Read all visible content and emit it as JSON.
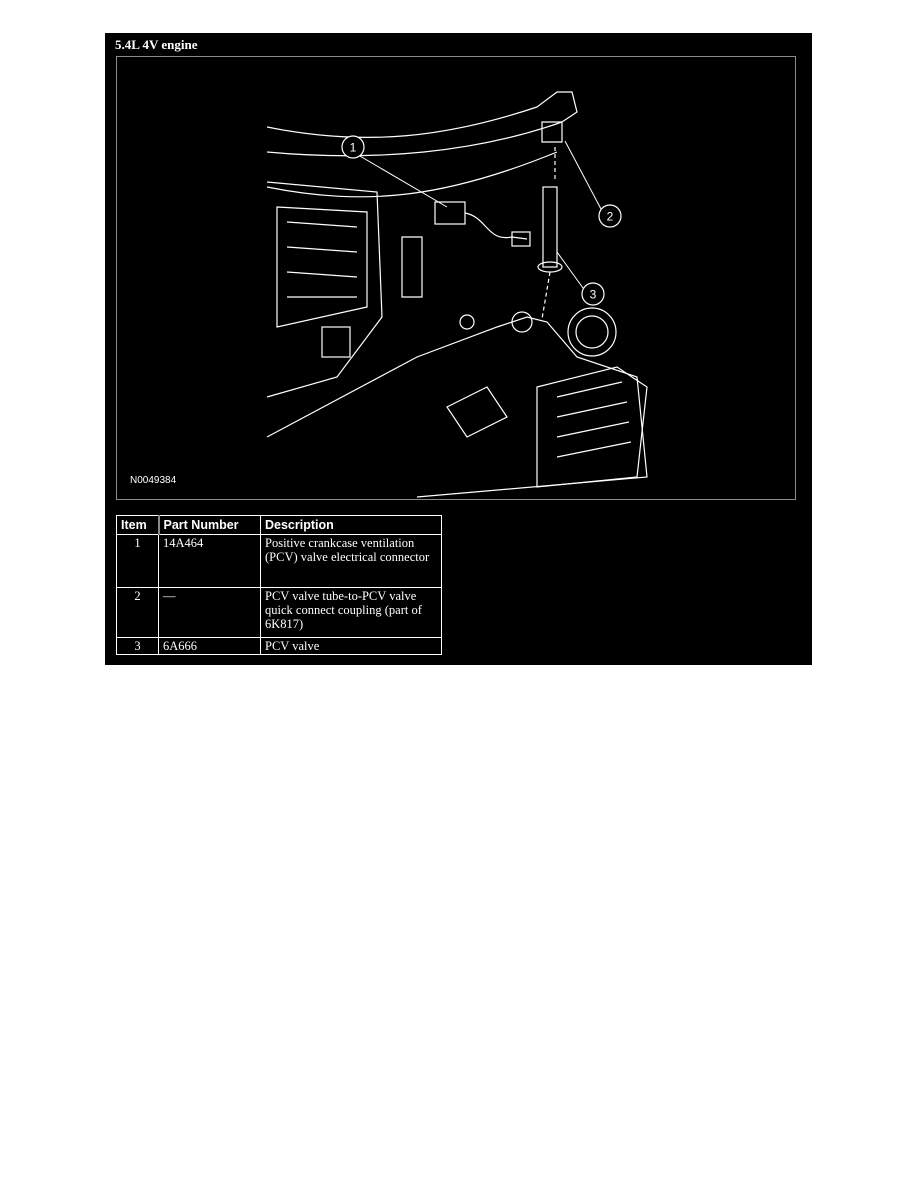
{
  "title": "5.4L 4V engine",
  "figure": {
    "id": "N0049384",
    "callouts": [
      "1",
      "2",
      "3"
    ]
  },
  "table": {
    "headers": [
      "Item",
      "Part Number",
      "Description"
    ],
    "rows": [
      {
        "item": "1",
        "part": "14A464",
        "desc": "Positive crankcase ventilation (PCV) valve electrical connector"
      },
      {
        "item": "2",
        "part": "—",
        "desc": "PCV valve tube-to-PCV valve quick connect coupling (part of 6K817)"
      },
      {
        "item": "3",
        "part": "6A666",
        "desc": "PCV valve"
      }
    ]
  }
}
